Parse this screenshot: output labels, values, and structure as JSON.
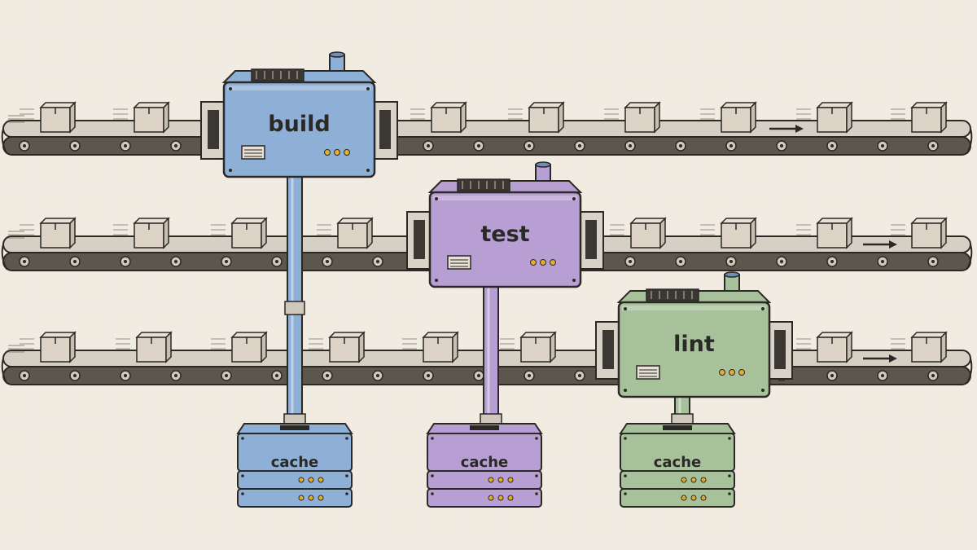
{
  "colors": {
    "background": "#f1ebe1",
    "belt": "#d6cfc3",
    "belt_dark": "#5c564d",
    "box": "#ddd3c6",
    "ink": "#2a2926",
    "blue": "#8fb0d6",
    "purple": "#b79fd3",
    "green": "#a7c29b",
    "light": "#e3ad2f"
  },
  "machines": [
    {
      "id": "build",
      "label": "build",
      "color_key": "blue"
    },
    {
      "id": "test",
      "label": "test",
      "color_key": "purple"
    },
    {
      "id": "lint",
      "label": "lint",
      "color_key": "green"
    }
  ],
  "caches": [
    {
      "id": "build-cache",
      "label": "cache",
      "color_key": "blue"
    },
    {
      "id": "test-cache",
      "label": "cache",
      "color_key": "purple"
    },
    {
      "id": "lint-cache",
      "label": "cache",
      "color_key": "green"
    }
  ],
  "icons": [
    "package-box-icon",
    "flow-arrow-icon",
    "vent-grille-icon",
    "indicator-light-icon"
  ]
}
